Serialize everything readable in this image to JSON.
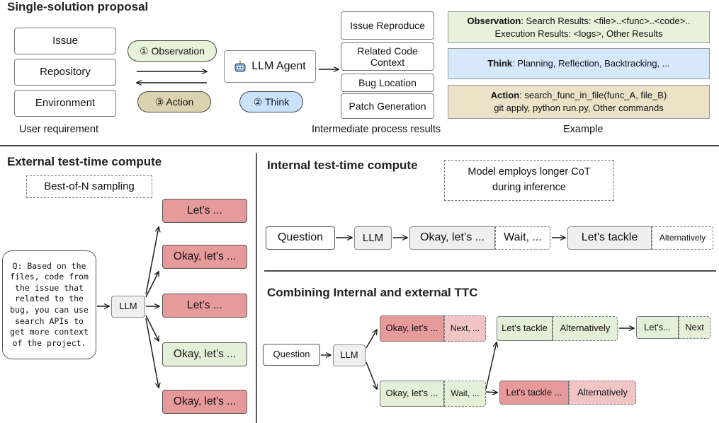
{
  "proposal": {
    "title": "Single-solution proposal",
    "inputs": [
      "Issue",
      "Repository",
      "Environment"
    ],
    "inputs_caption": "User requirement",
    "observation": "① Observation",
    "action": "③ Action",
    "agent": "LLM Agent",
    "agent_icon": "robot-icon",
    "think": "② Think",
    "results": [
      "Issue Reproduce",
      "Related Code Context",
      "Bug Location",
      "Patch Generation"
    ],
    "results_caption": "Intermediate process results",
    "examples_caption": "Example",
    "observation_example": {
      "label": "Observation",
      "line1": ": Search Results: <file>..<func>..<code>..",
      "line2": "Execution Results: <logs>, Other Results",
      "color": "#e6f2d9"
    },
    "think_example": {
      "label": "Think",
      "text": ": Planning, Reflection, Backtracking, ...",
      "color": "#d6e8fb"
    },
    "action_example": {
      "label": "Action",
      "line1": ": search_func_in_file(func_A, file_B)",
      "line2": "git apply, python run.py, Other commands",
      "color": "#ebe2c8"
    }
  },
  "external": {
    "title": "External test-time compute",
    "note": "Best-of-N sampling",
    "question": "Q: Based on the files, code from the issue that related to the bug, you can use search APIs to get more context of the project.",
    "llm": "LLM",
    "samples": [
      {
        "text": "Let’s ...",
        "status": "red"
      },
      {
        "text": "Okay, let’s ...",
        "status": "red"
      },
      {
        "text": "Let’s ...",
        "status": "red"
      },
      {
        "text": "Okay, let’s ...",
        "status": "green"
      },
      {
        "text": "Okay, let’s ...",
        "status": "red"
      }
    ]
  },
  "internal": {
    "title": "Internal test-time compute",
    "note": "Model employs longer CoT during inference",
    "question": "Question",
    "llm": "LLM",
    "step1": "Okay, let’s ...",
    "step2": "Wait, ...",
    "step3": "Let's tackle",
    "step4": "Alternatively"
  },
  "combined": {
    "title": "Combining Internal and external TTC",
    "question": "Question",
    "llm": "LLM",
    "upper_a": "Okay, let’s ...",
    "upper_b": "Next, ...",
    "lower_a": "Okay, let’s ...",
    "lower_b": "Wait, ...",
    "mid_a": "Let's tackle",
    "mid_b": "Alternatively",
    "red_a": "Let's tackle ...",
    "red_b": "Alternatively",
    "final_a": "Let's...",
    "final_b": "Next"
  },
  "colors": {
    "red": "#e79a9a",
    "red_light": "#f2c5c5",
    "green": "#e3f0d8",
    "observation_pill": "#e6f2d9",
    "action_pill": "#ddd2b0",
    "think_pill": "#c9e1fa"
  }
}
